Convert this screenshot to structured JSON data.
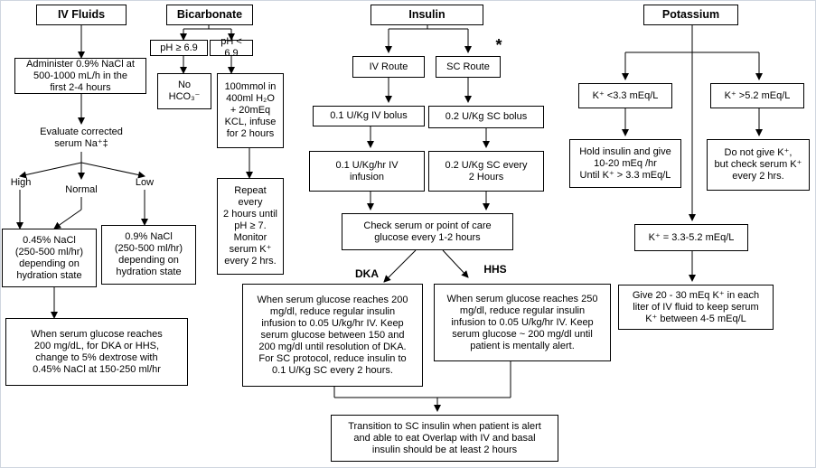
{
  "headers": {
    "iv_fluids": "IV Fluids",
    "bicarbonate": "Bicarbonate",
    "insulin": "Insulin",
    "potassium": "Potassium"
  },
  "iv_fluids": {
    "administer": "Administer 0.9% NaCl at\n500-1000 mL/h in the\nfirst 2-4 hours",
    "evaluate": "Evaluate corrected\nserum Na⁺‡",
    "high": "High",
    "normal": "Normal",
    "low": "Low",
    "high_normal_box": "0.45% NaCl\n(250-500 ml/hr)\ndepending on\nhydration state",
    "low_box": "0.9% NaCl\n(250-500 ml/hr)\ndepending on\nhydration state",
    "glucose_box": "When serum glucose  reaches\n200 mg/dL, for DKA or HHS,\nchange to 5% dextrose with\n0.45% NaCl at 150-250 ml/hr"
  },
  "bicarbonate": {
    "ph_high": "pH ≥ 6.9",
    "ph_low": "pH < 6.9",
    "no_hco3": "No\nHCO₃⁻",
    "infuse": "100mmol in\n400ml H₂O\n+ 20mEq\nKCL, infuse\nfor 2 hours",
    "repeat": "Repeat\nevery\n2 hours until\npH ≥ 7.\nMonitor\nserum K⁺\nevery 2 hrs."
  },
  "insulin": {
    "star": "*",
    "iv_route": "IV Route",
    "sc_route": "SC Route",
    "iv_bolus": "0.1 U/Kg IV bolus",
    "sc_bolus": "0.2 U/Kg SC bolus",
    "iv_infusion": "0.1 U/Kg/hr IV\ninfusion",
    "sc_every": "0.2 U/Kg SC every\n2 Hours",
    "check_glucose": "Check serum or point of care\nglucose every 1-2 hours",
    "dka": "DKA",
    "hhs": "HHS",
    "dka_box": "When serum glucose reaches 200\nmg/dl, reduce regular insulin\ninfusion to 0.05 U/kg/hr IV. Keep\nserum glucose between 150 and\n200 mg/dl until resolution of  DKA.\nFor SC protocol, reduce insulin to\n0.1 U/Kg SC every 2 hours.",
    "hhs_box": "When serum glucose reaches 250\nmg/dl, reduce regular insulin\ninfusion to 0.05 U/kg/hr IV. Keep\nserum glucose ~ 200 mg/dl until\npatient is mentally alert.",
    "transition": "Transition to SC insulin when patient is alert\nand able to eat Overlap with IV and basal\ninsulin should be at least 2 hours"
  },
  "potassium": {
    "low": "K⁺ <3.3 mEq/L",
    "high": "K⁺ >5.2 mEq/L",
    "hold": "Hold insulin and give\n10-20 mEq /hr\nUntil K⁺ > 3.3 mEq/L",
    "do_not": "Do not give K⁺,\nbut check serum K⁺\nevery 2 hrs.",
    "mid": "K⁺ = 3.3-5.2 mEq/L",
    "give": "Give 20 - 30 mEq K⁺ in each\nliter of IV  fluid to keep serum\nK⁺ between 4-5 mEq/L"
  }
}
